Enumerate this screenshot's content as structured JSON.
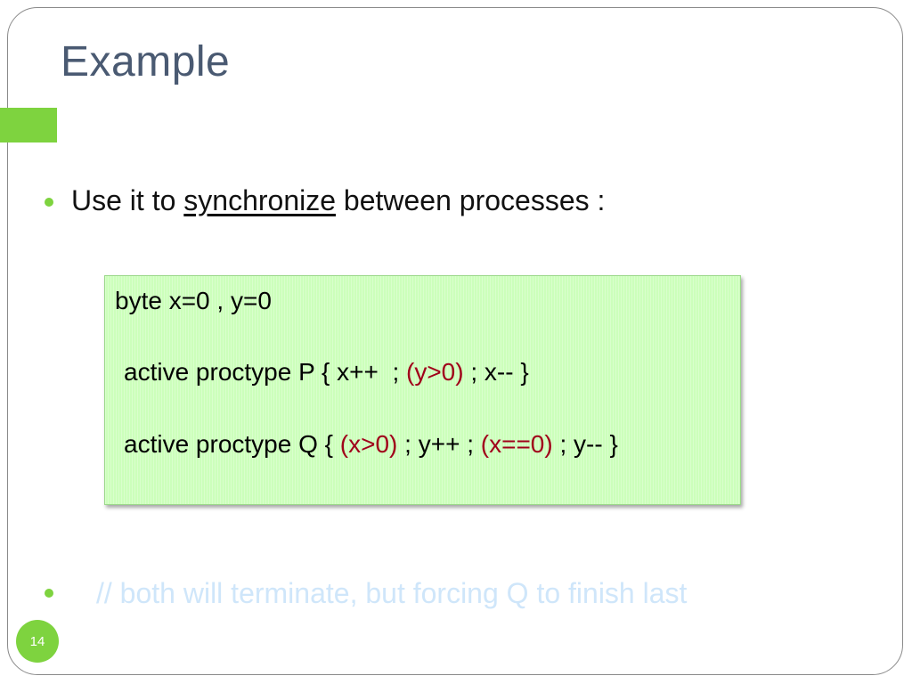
{
  "slide": {
    "title": "Example",
    "bullet1": {
      "prefix": "Use it to ",
      "emphasis": "synchronize",
      "suffix": " between processes :"
    },
    "code": {
      "line1": "byte x=0 , y=0",
      "line2": {
        "a": "active proctype P { x++  ; ",
        "guard1": "(y>0)",
        "b": " ; x-- }"
      },
      "line3": {
        "a": "active proctype Q { ",
        "guard1": "(x>0)",
        "b": " ; y++ ; ",
        "guard2": "(x==0)",
        "c": " ; y-- }"
      }
    },
    "note": "// both will terminate, but forcing Q to finish last",
    "page_number": "14"
  },
  "colors": {
    "accent": "#7ed33f",
    "title": "#4a5a72",
    "code_background": "#ccffbb",
    "guard": "#a0001a",
    "note": "#cfe6fa"
  }
}
